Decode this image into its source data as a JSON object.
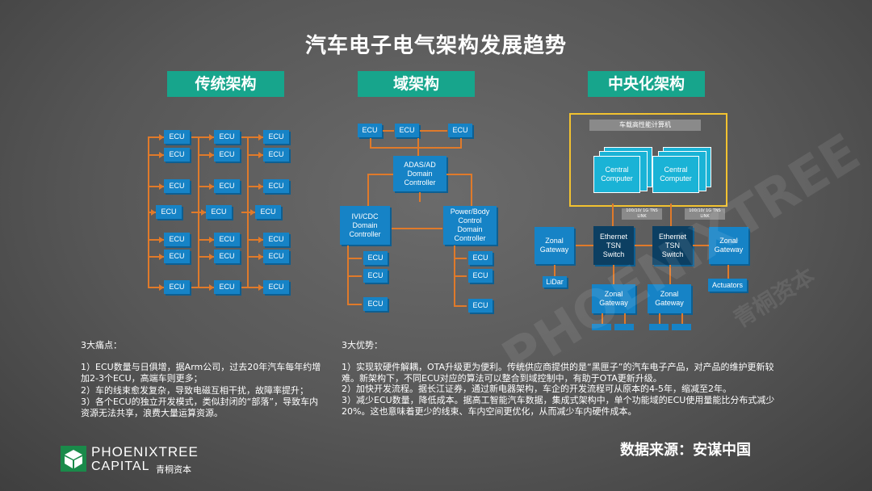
{
  "title": "汽车电子电气架构发展趋势",
  "sections": {
    "traditional": "传统架构",
    "domain": "域架构",
    "central": "中央化架构"
  },
  "ecu_label": "ECU",
  "domain_arch": {
    "adas": "ADAS/AD Domain Controller",
    "ivi": "IVI/CDC Domain Controller",
    "power": "Power/Body Control Domain Controller"
  },
  "central_arch": {
    "vehicle_computer": "车载高性能计算机",
    "central_computer": "Central Computer",
    "ethernet_switch": "Ethernet TSN Switch",
    "zonal_gateway": "Zonal Gateway",
    "lidar": "LiDar",
    "actuators": "Actuators",
    "link_label": "100/10/ 1G TNS LINK"
  },
  "pain_points": {
    "heading": "3大痛点：",
    "items": [
      "1）ECU数量与日俱增，据Arm公司，过去20年汽车每年约增加2-3个ECU，高端车则更多；",
      "2）车的线束愈发复杂，导致电磁互相干扰，故障率提升；",
      "3）各个ECU的独立开发模式，类似封闭的“部落”，导致车内资源无法共享，浪费大量运算资源。"
    ]
  },
  "advantages": {
    "heading": "3大优势：",
    "items": [
      "1）实现软硬件解耦，OTA升级更为便利。传统供应商提供的是“黑匣子”的汽车电子产品，对产品的维护更新较难。新架构下，不同ECU对应的算法可以整合到域控制中，有助于OTA更新升级。",
      "2）加快开发流程。据长江证券，通过新电器架构，车企的开发流程可从原本的4-5年，缩减至2年。",
      "3）减少ECU数量，降低成本。据高工智能汽车数据，集成式架构中，单个功能域的ECU使用量能比分布式减少20%。这也意味着更少的线束、车内空间更优化，从而减少车内硬件成本。"
    ]
  },
  "source": "数据来源：安谋中国",
  "logo": {
    "name_line1": "PHOENIXTREE",
    "name_line2": "CAPITAL",
    "name_cn": "青桐资本"
  },
  "colors": {
    "accent": "#17a58c",
    "box": "#1683c6",
    "connector": "#e07a2a",
    "computer_frame": "#f2c230"
  }
}
